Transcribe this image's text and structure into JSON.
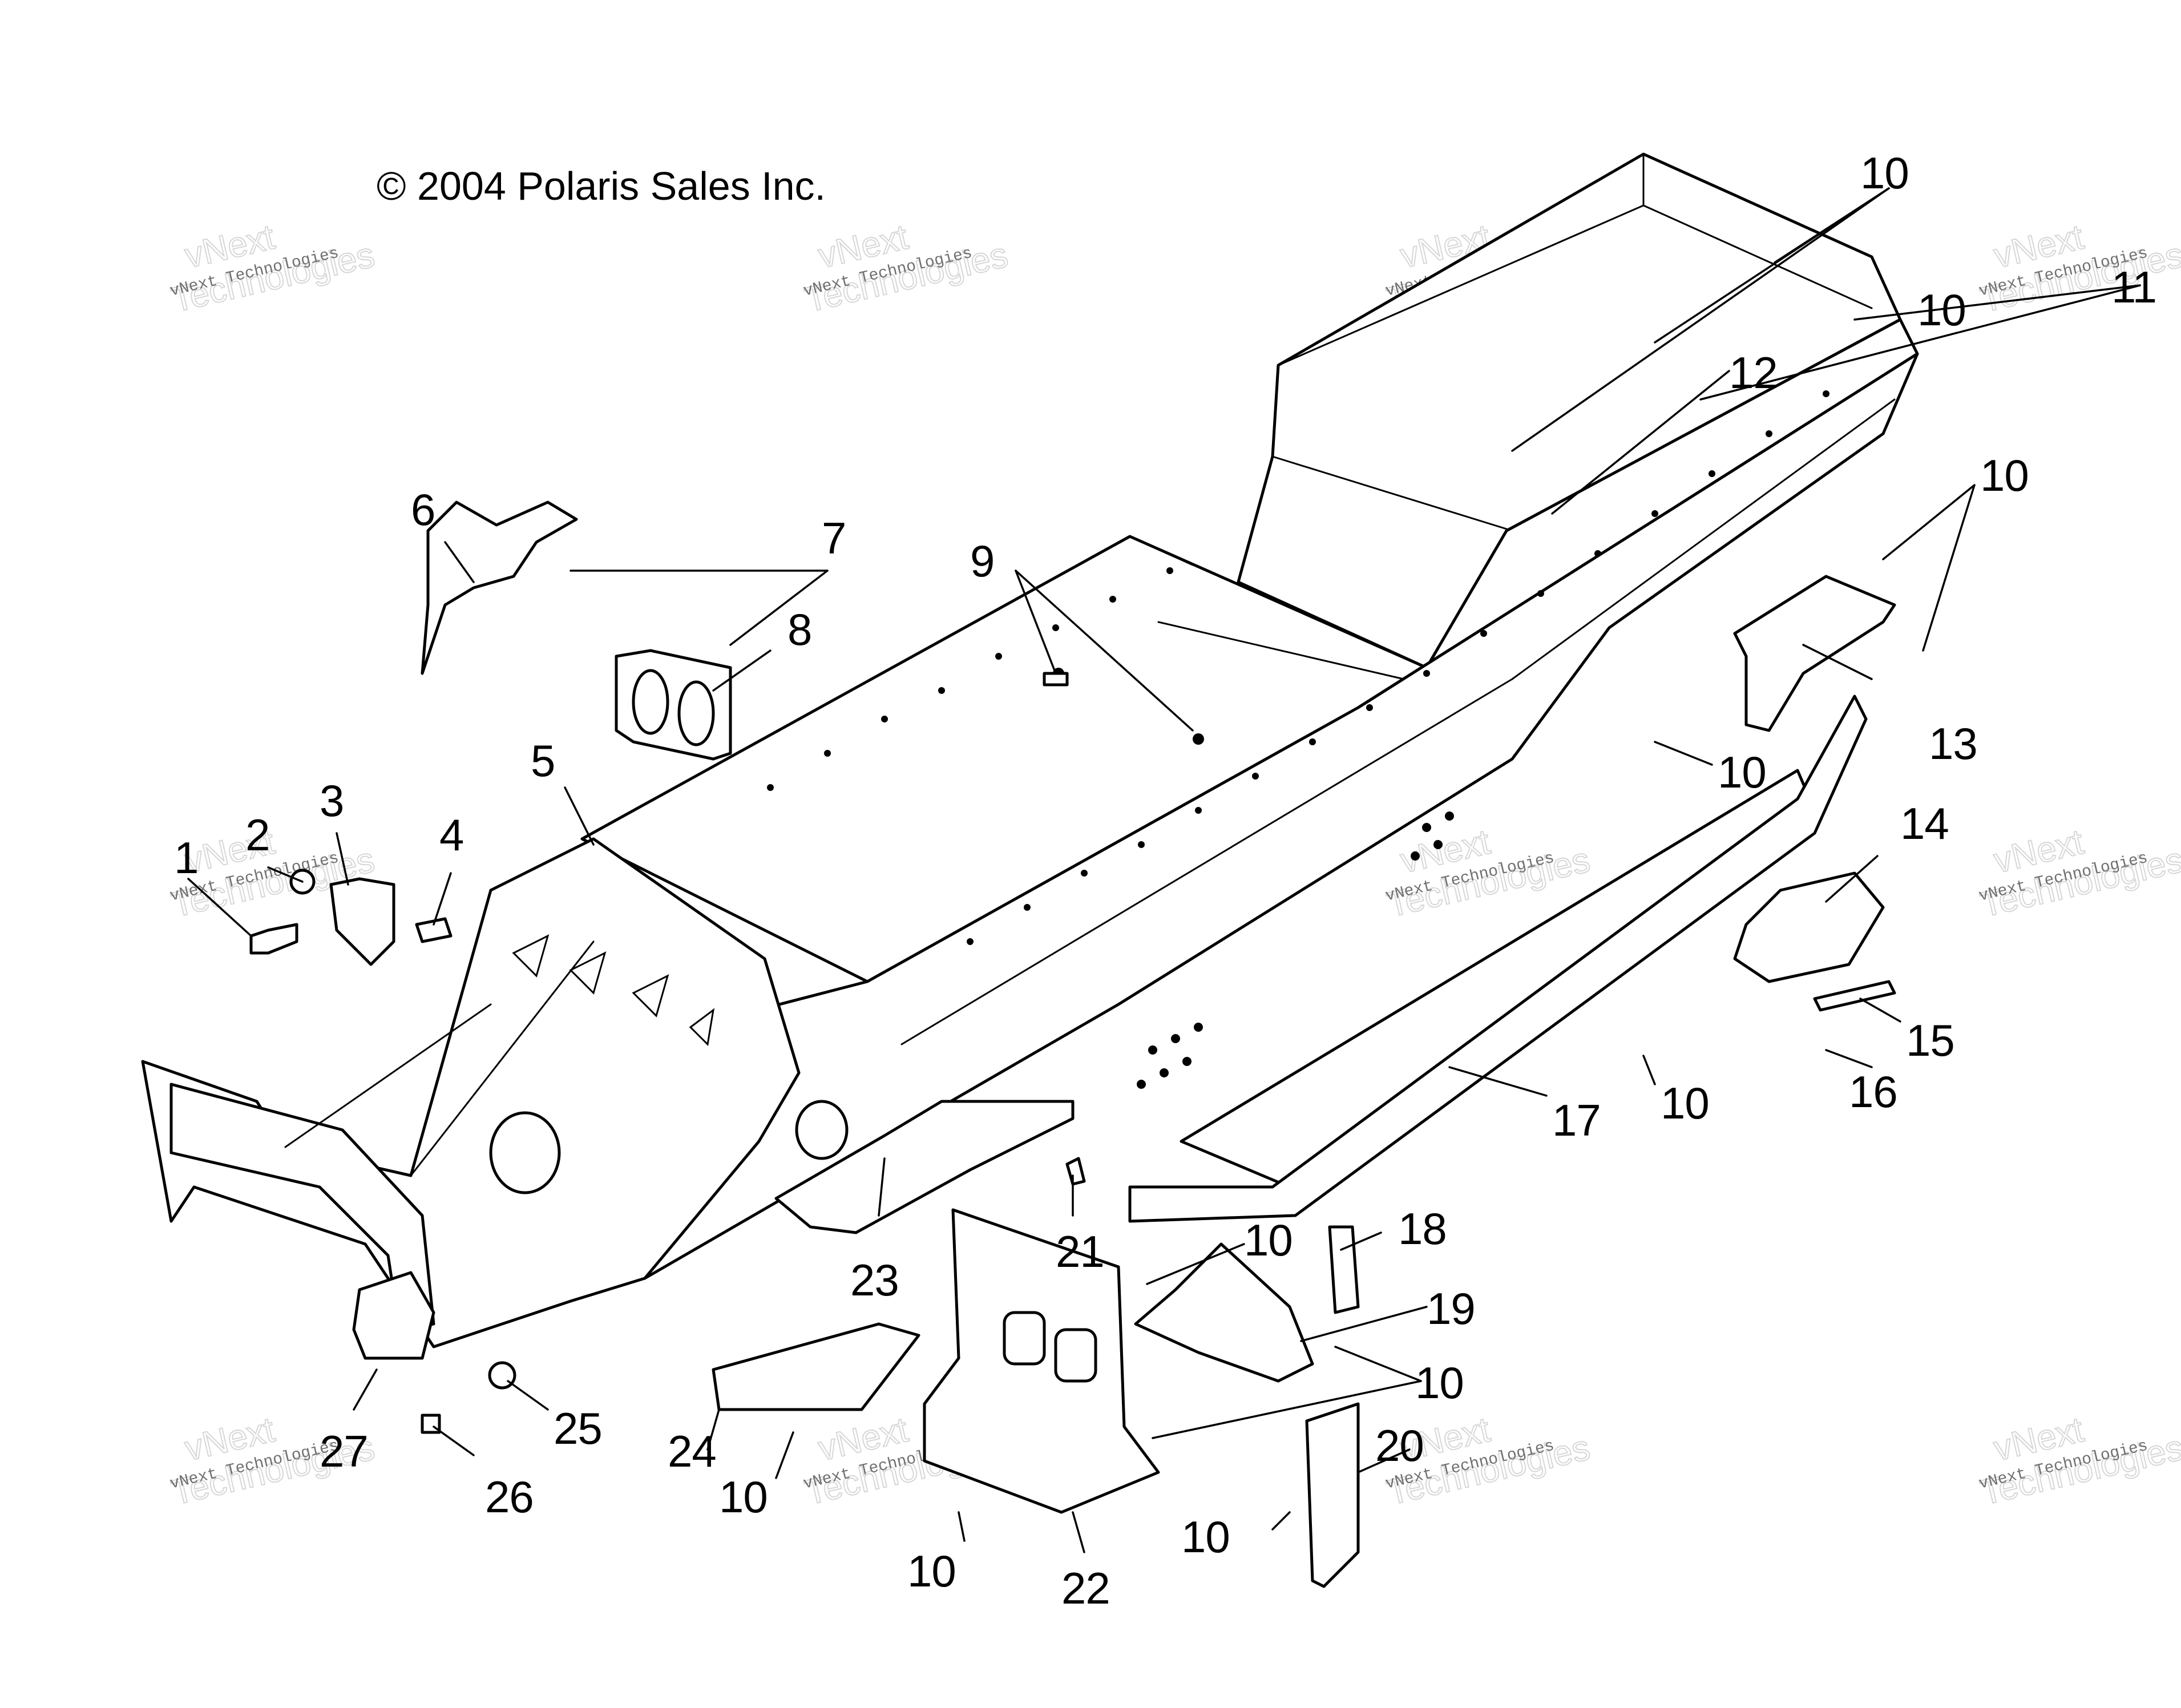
{
  "copyright": "© 2004 Polaris Sales Inc.",
  "watermark": {
    "small": "vNext Technologies",
    "large_top": "vNext",
    "large_bottom": "Technologies"
  },
  "callouts": [
    "1",
    "2",
    "3",
    "4",
    "5",
    "6",
    "7",
    "8",
    "9",
    "10",
    "11",
    "12",
    "13",
    "14",
    "15",
    "16",
    "17",
    "18",
    "19",
    "20",
    "21",
    "22",
    "23",
    "24",
    "25",
    "26",
    "27"
  ],
  "extra_callout_10": [
    "10",
    "10",
    "10",
    "10",
    "10",
    "10",
    "10",
    "10",
    "10"
  ]
}
